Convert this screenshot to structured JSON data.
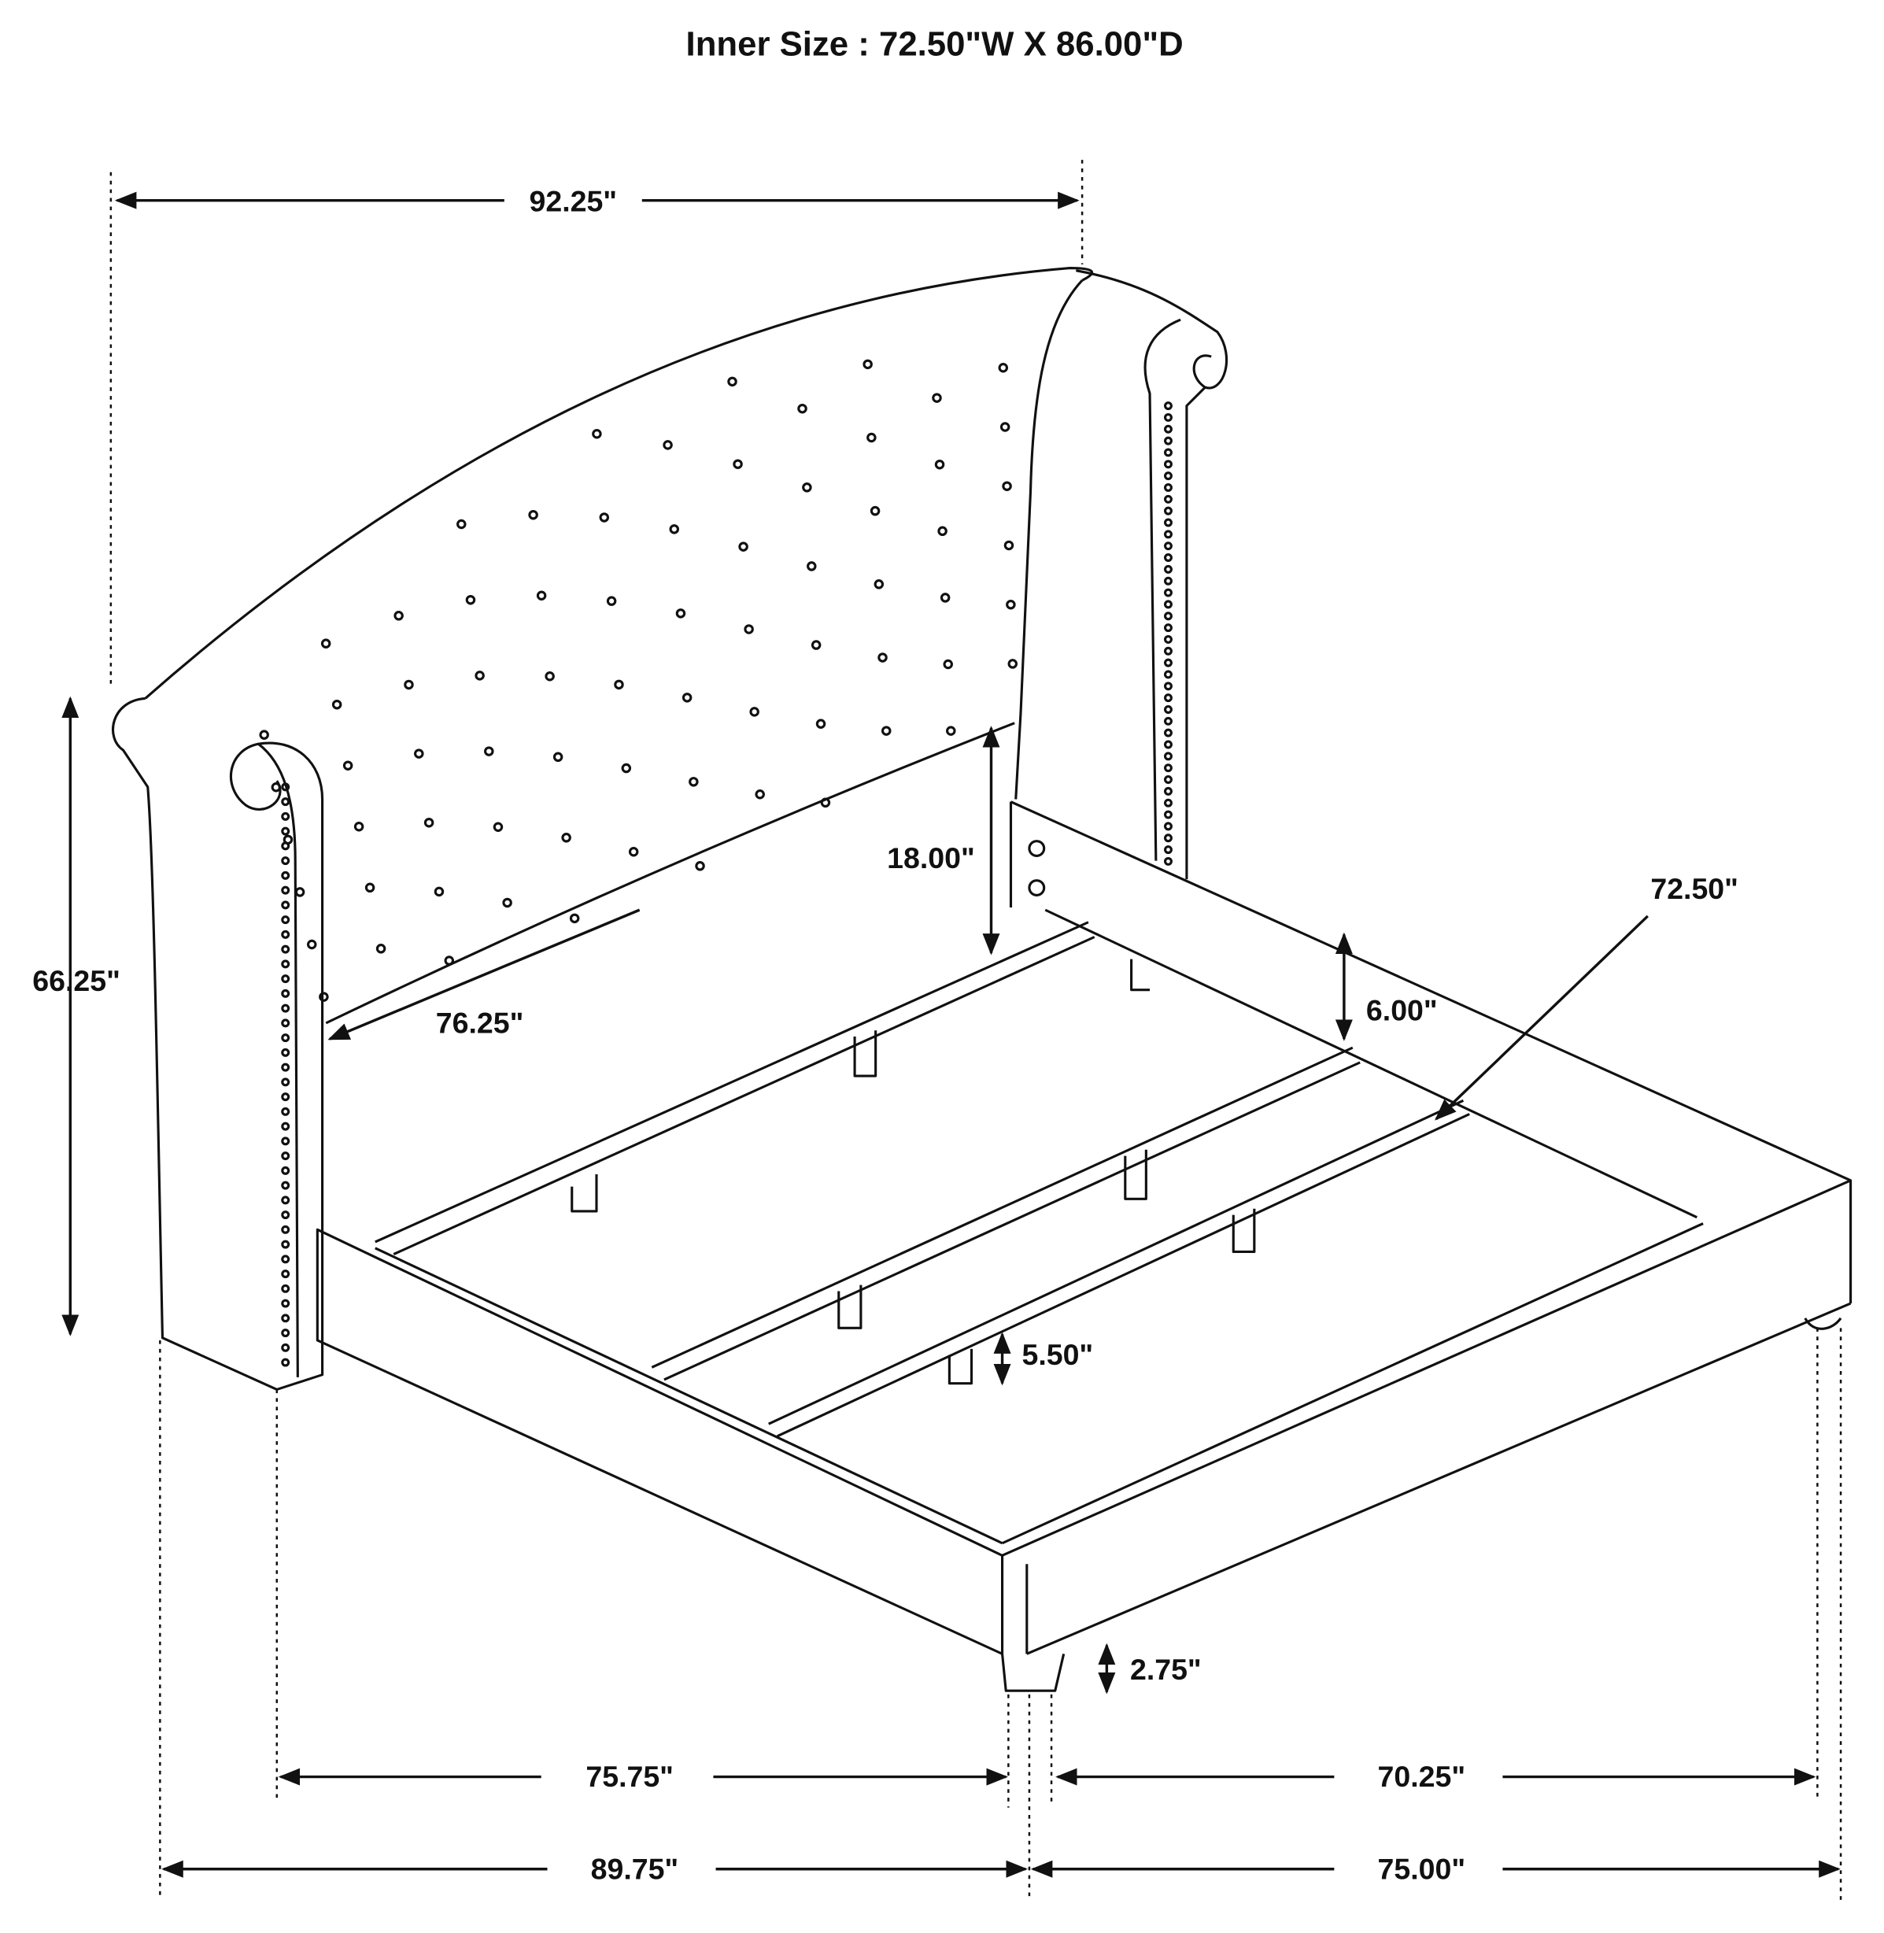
{
  "title": "Inner Size : 72.50\"W X 86.00\"D",
  "dimensions": {
    "overall_width": "92.25\"",
    "headboard_height": "66.25\"",
    "headboard_panel_clearance": "18.00\"",
    "headboard_inner_width": "76.25\"",
    "rail_height": "6.00\"",
    "inner_width": "72.50\"",
    "slat_support_height": "5.50\"",
    "leg_height": "2.75\"",
    "side_inner_length": "75.75\"",
    "foot_inner_width": "70.25\"",
    "overall_length": "89.75\"",
    "overall_foot_width": "75.00\""
  }
}
